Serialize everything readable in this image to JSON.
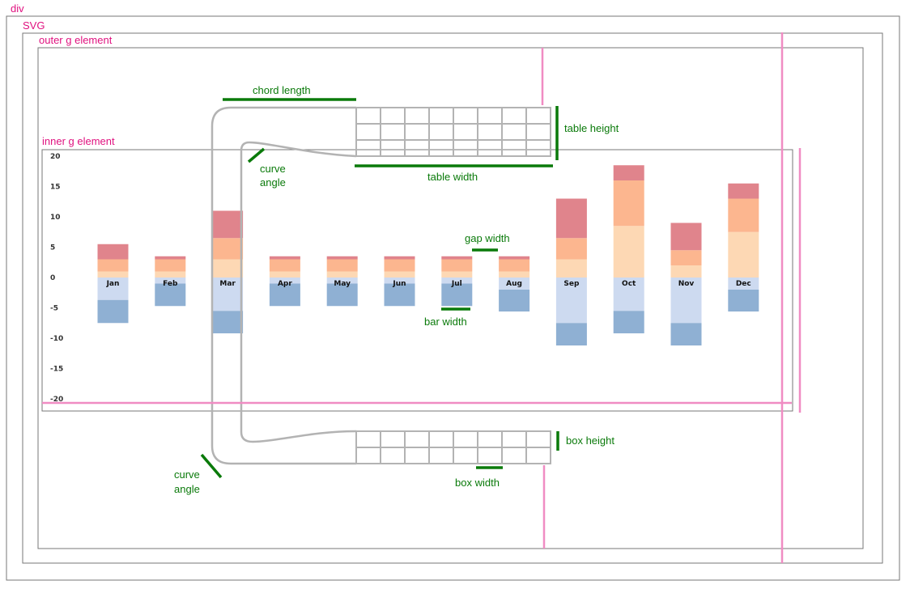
{
  "labels": {
    "div": "div",
    "svg": "SVG",
    "outer_g": "outer g element",
    "inner_g": "inner g element",
    "chord_length": "chord length",
    "table_height": "table height",
    "table_width": "table width",
    "curve_angle_line1": "curve",
    "curve_angle_line2": "angle",
    "gap_width": "gap width",
    "bar_width": "bar width",
    "box_height": "box height",
    "box_width": "box width"
  },
  "colors": {
    "pink": "#e0117f",
    "guide_pink": "#f08cc3",
    "green": "#0a7a0a",
    "pos_light": "#fdd8b4",
    "pos_mid": "#fcb68f",
    "pos_dark": "#e0848c",
    "neg_light": "#cddaf0",
    "neg_dark": "#8fb0d3"
  },
  "chart_data": {
    "type": "bar",
    "stacked": true,
    "categories": [
      "Jan",
      "Feb",
      "Mar",
      "Apr",
      "May",
      "Jun",
      "Jul",
      "Aug",
      "Sep",
      "Oct",
      "Nov",
      "Dec"
    ],
    "ylim": [
      -20,
      20
    ],
    "yticks": [
      20,
      15,
      10,
      5,
      0,
      -5,
      -10,
      -15,
      -20
    ],
    "positive_series": [
      {
        "values": [
          1,
          1,
          3,
          1,
          1,
          1,
          1,
          1,
          3,
          8.5,
          2,
          7.5
        ]
      },
      {
        "values": [
          2,
          2,
          3.5,
          2,
          2,
          2,
          2,
          2,
          3.5,
          7.5,
          2.5,
          5.5
        ]
      },
      {
        "values": [
          2.5,
          0.5,
          4.5,
          0.5,
          0.5,
          0.5,
          0.5,
          0.5,
          6.5,
          2.5,
          4.5,
          2.5
        ]
      }
    ],
    "negative_series": [
      {
        "values": [
          -3.7,
          -1,
          -5.5,
          -1,
          -1,
          -1,
          -1,
          -2,
          -7.5,
          -5.5,
          -7.5,
          -2
        ]
      },
      {
        "values": [
          -3.8,
          -3.7,
          -3.7,
          -3.7,
          -3.7,
          -3.7,
          -3.7,
          -3.6,
          -3.7,
          -3.7,
          -3.7,
          -3.6
        ]
      }
    ]
  }
}
